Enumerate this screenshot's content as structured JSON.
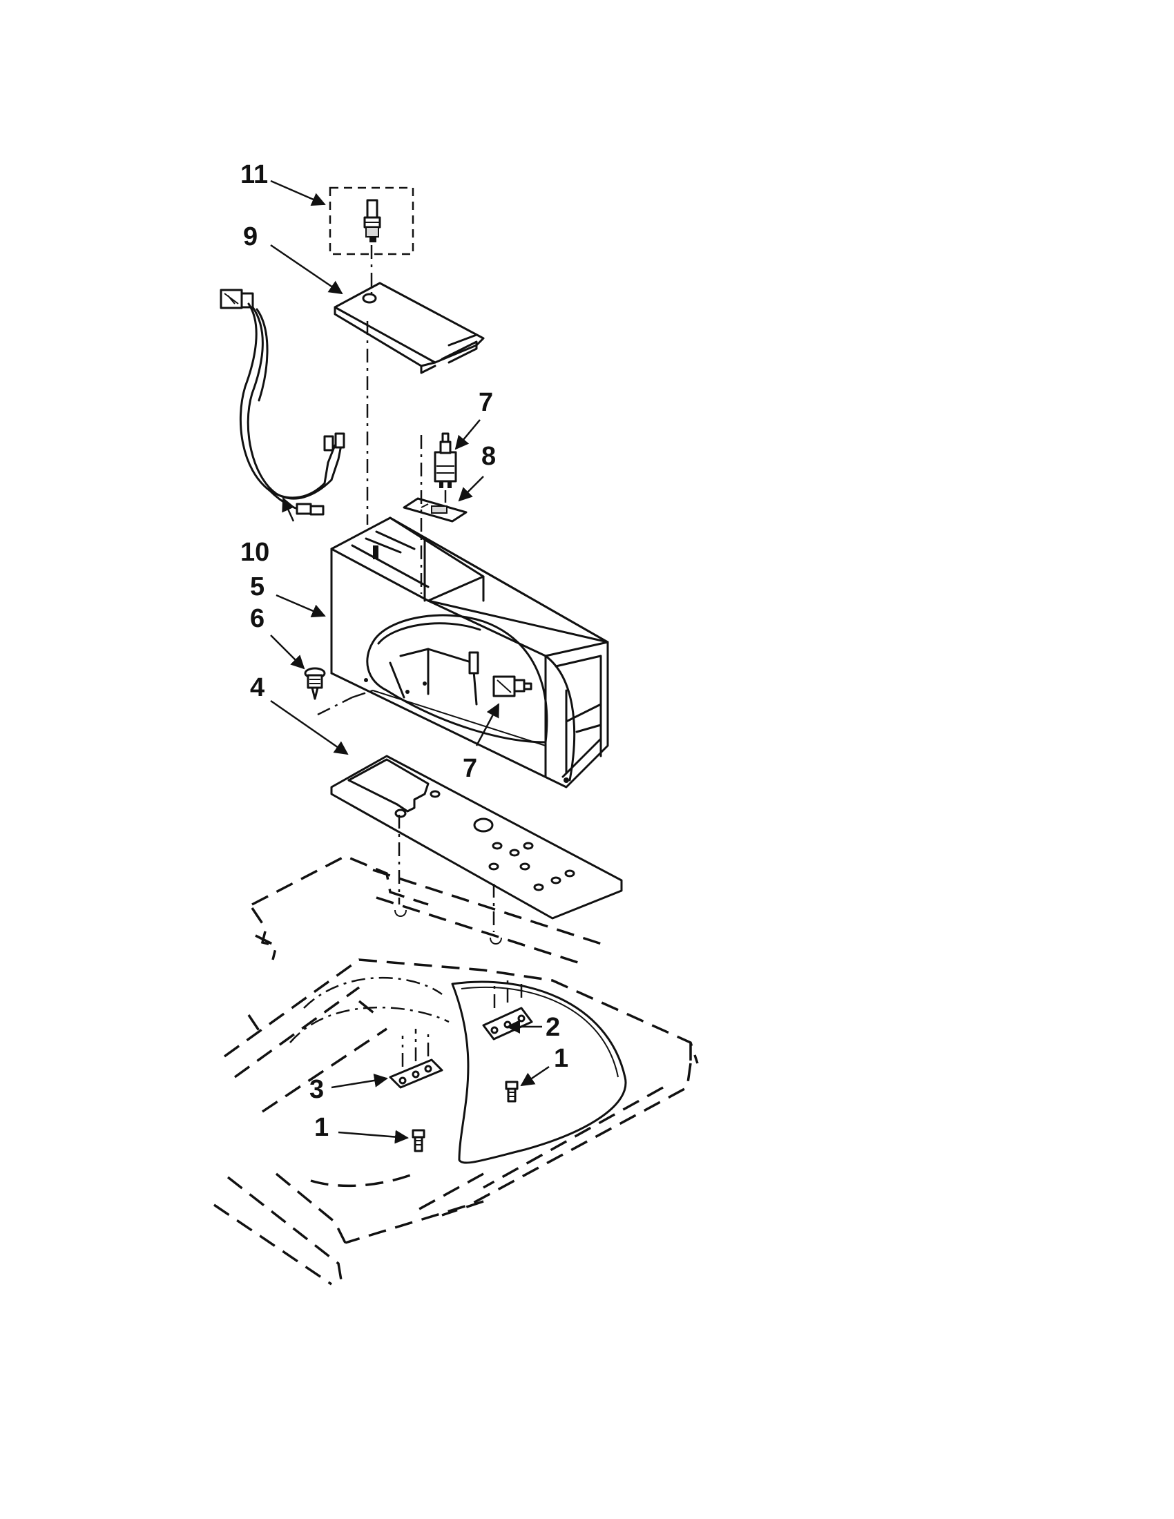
{
  "callouts": {
    "c11": "11",
    "c9": "9",
    "c7a": "7",
    "c8": "8",
    "c10": "10",
    "c5": "5",
    "c6": "6",
    "c4": "4",
    "c7b": "7",
    "c2": "2",
    "c3": "3",
    "c1a": "1",
    "c1b": "1"
  }
}
